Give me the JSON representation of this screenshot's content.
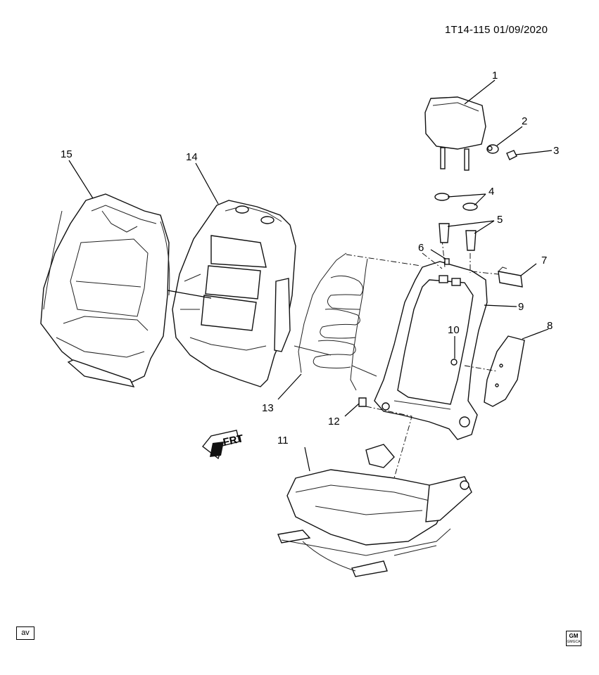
{
  "header": {
    "reference": "1T14-115  01/09/2020"
  },
  "footer": {
    "view_code": "av",
    "logo": {
      "text": "GM",
      "subtext": "GMGCA",
      "icon": "gm-logo-icon"
    }
  },
  "direction_arrow": {
    "label": "FRT",
    "icon": "front-direction-arrow-icon"
  },
  "callouts": {
    "c1": "1",
    "c2": "2",
    "c3": "3",
    "c4": "4",
    "c5": "5",
    "c6": "6",
    "c7": "7",
    "c8": "8",
    "c9": "9",
    "c10": "10",
    "c11": "11",
    "c12": "12",
    "c13": "13",
    "c14": "14",
    "c15": "15"
  }
}
